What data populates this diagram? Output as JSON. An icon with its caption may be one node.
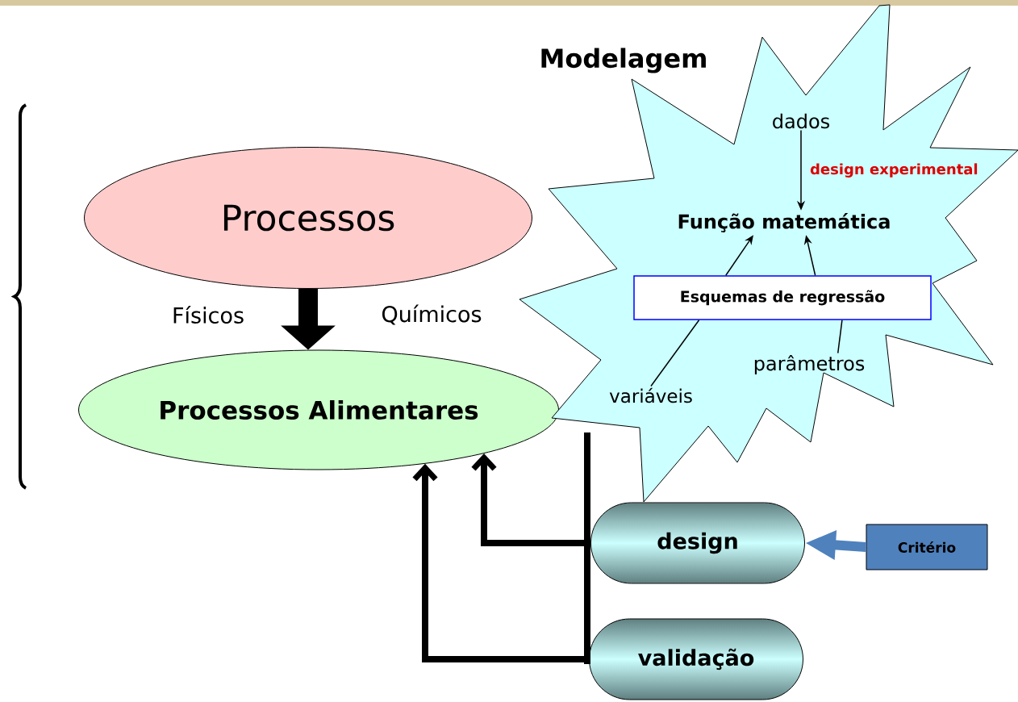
{
  "diagram": {
    "nodes": [
      {
        "text": [
          "Processos"
        ]
      },
      {
        "text": [
          "Processos Alimentares"
        ]
      },
      {
        "text": [
          "Modelagem"
        ]
      },
      {
        "text": [
          "dados"
        ],
        "in": 2
      },
      {
        "text": [
          "Função matemática"
        ],
        "in": 2
      },
      {
        "text": [
          "Esquemas de regressão"
        ],
        "in": 2
      },
      {
        "text": [
          "variáveis"
        ],
        "in": 2
      },
      {
        "text": [
          "parâmetros"
        ],
        "in": 2
      },
      {
        "text": [
          "design"
        ]
      },
      {
        "text": [
          "validação"
        ]
      },
      {
        "text": [
          "Critério"
        ]
      }
    ],
    "edges": [
      {
        "from": 0,
        "to": 1,
        "arrow": "to",
        "style": "thick"
      },
      {
        "from": 3,
        "to": 4,
        "arrow": "to",
        "label": "design experimental"
      },
      {
        "from": 6,
        "to": 5,
        "arrow": "none"
      },
      {
        "from": 5,
        "to": 4,
        "arrow": "to"
      },
      {
        "from": 7,
        "to": 5,
        "arrow": "none"
      },
      {
        "from": 5,
        "to": 4,
        "arrow": "to"
      },
      {
        "from": 8,
        "to": 1,
        "arrow": "to",
        "style": "thick"
      },
      {
        "from": 9,
        "to": 1,
        "arrow": "to",
        "style": "thick"
      },
      {
        "from": 10,
        "to": 8,
        "arrow": "to",
        "style": "thick",
        "color": "#4f81bd"
      }
    ],
    "labels": [
      "Físicos",
      "Químicos"
    ]
  }
}
